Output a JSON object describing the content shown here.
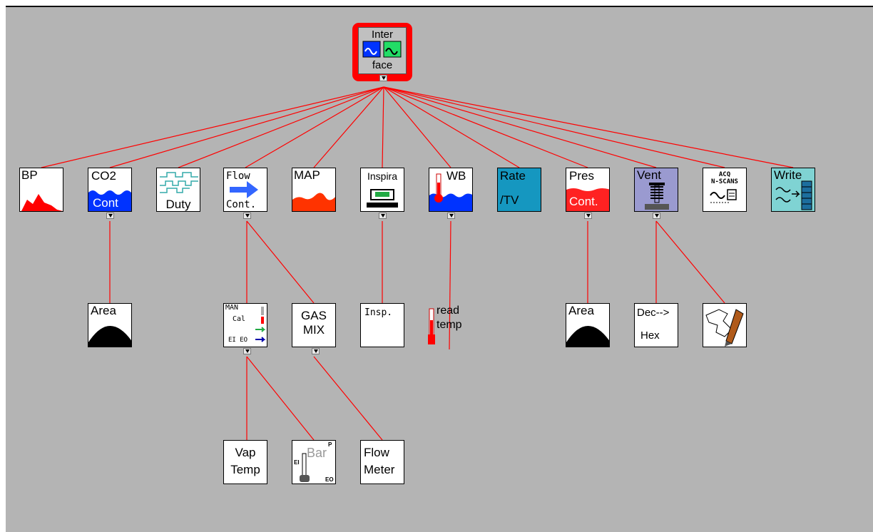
{
  "diagram": {
    "root": {
      "label_top": "Inter",
      "label_bottom": "face"
    },
    "nodes": {
      "bp": {
        "label": "BP"
      },
      "co2": {
        "label_top": "CO2",
        "label_bottom": "Cont"
      },
      "duty": {
        "label": "Duty"
      },
      "flow": {
        "label_top": "Flow",
        "label_bottom": "Cont."
      },
      "map": {
        "label": "MAP"
      },
      "inspira": {
        "label": "Inspira"
      },
      "wb": {
        "label": "WB"
      },
      "rate": {
        "label_top": "Rate",
        "label_bottom": "/TV"
      },
      "pres": {
        "label_top": "Pres",
        "label_bottom": "Cont."
      },
      "vent": {
        "label": "Vent"
      },
      "acq": {
        "label_top": "ACQ",
        "label_bottom": "N-SCANS"
      },
      "write": {
        "label": "Write"
      },
      "area1": {
        "label": "Area"
      },
      "man": {
        "line1": "MAN",
        "line2": "Cal",
        "line3": "EI EO"
      },
      "gas": {
        "label_top": "GAS",
        "label_bottom": "MIX"
      },
      "insp": {
        "label": "Insp."
      },
      "readtemp": {
        "label_top": "read",
        "label_bottom": "temp"
      },
      "area2": {
        "label": "Area"
      },
      "dechex": {
        "label_top": "Dec-->",
        "label_bottom": "Hex"
      },
      "vap": {
        "label_top": "Vap",
        "label_bottom": "Temp"
      },
      "bar": {
        "label": "Bar",
        "small_p": "P",
        "small_ei": "EI",
        "small_eo": "EO"
      },
      "flowmeter": {
        "label_top": "Flow",
        "label_bottom": "Meter"
      }
    },
    "colors": {
      "background": "#b4b4b4",
      "wire": "#ff0000",
      "root_border": "#ff0000",
      "blue_fill": "#0033ff",
      "red_fill": "#ff0000",
      "rate_fill": "#1597c0",
      "vent_fill": "#9a9ad0",
      "write_fill": "#7fd3d3"
    }
  }
}
